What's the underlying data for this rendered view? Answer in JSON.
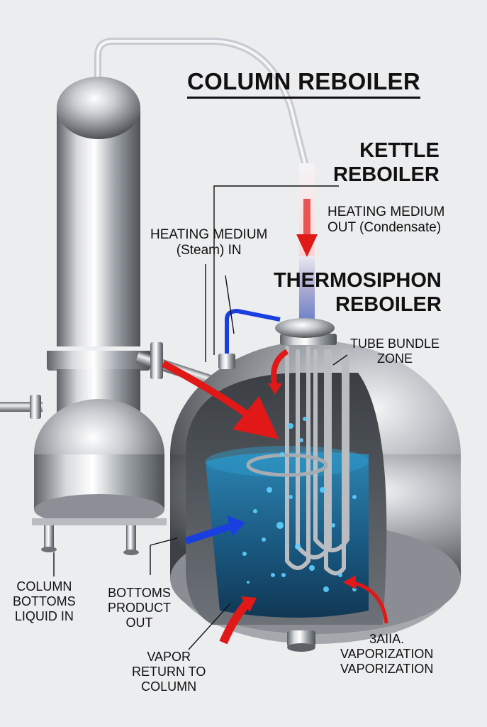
{
  "diagram": {
    "title": "COLUMN REBOILER",
    "labels": {
      "kettle": "KETTLE\nREBOILER",
      "heating_out": "HEATING MEDIUM\nOUT (Condensate)",
      "heating_in": "HEATING MEDIUM\n(Steam) IN",
      "thermosiphon": "THERMOSIPHON\nREBOILER",
      "tube_bundle": "TUBE BUNDLE\nZONE",
      "column_bottoms": "COLUMN\nBOTTOMS\nLIQUID IN",
      "bottoms_product": "BOTTOMS\nPRODUCT\nOUT",
      "vapor_return": "VAPOR\nRETURN TO\nCOLUMN",
      "vaporization": "3AIIA.\nVAPORIZATION\nVAPORIZATION"
    },
    "colors": {
      "hot_flow": "#e01818",
      "cold_flow": "#1a3fe0",
      "liquid": "#1c6fa0",
      "steel": "#a9adb3",
      "label_text": "#111111"
    }
  }
}
